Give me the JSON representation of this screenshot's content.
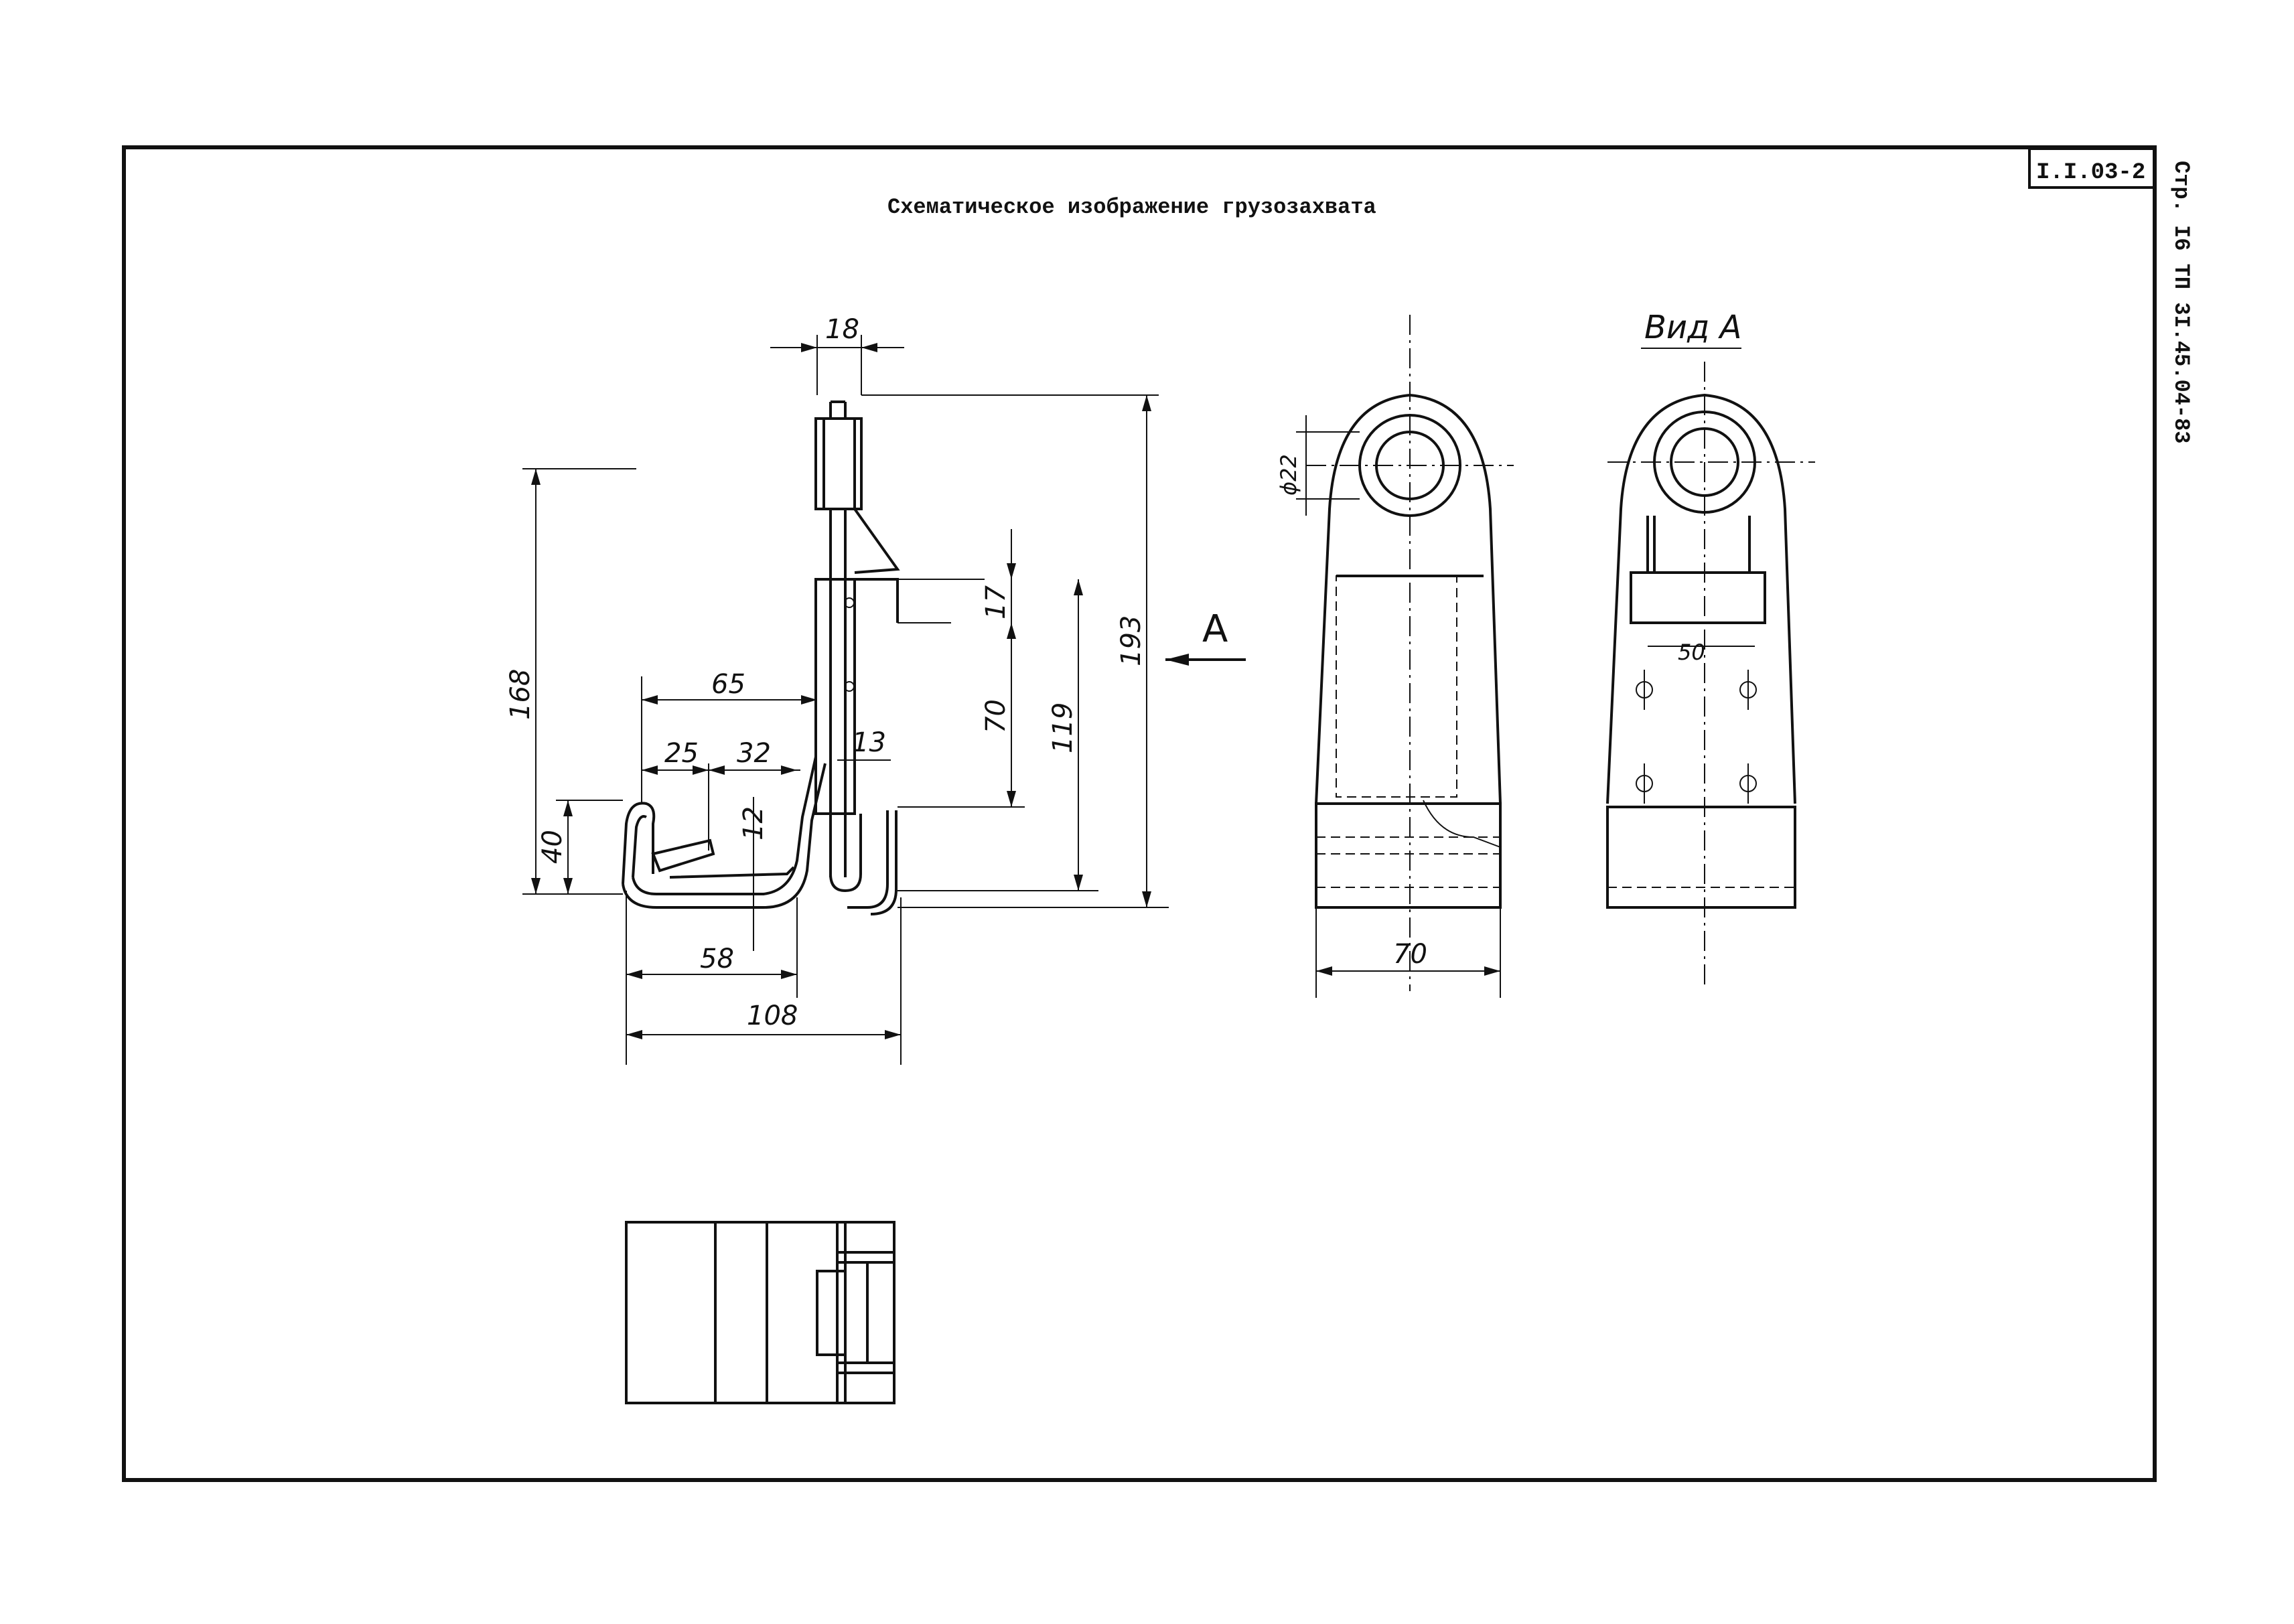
{
  "sheet": {
    "title": "Схематическое изображение грузозахвата",
    "stamp_code": "I.I.03-2",
    "side_label": "Стр. I6 ТП 3I.45.04-83"
  },
  "views": {
    "view_label": "Вид А",
    "arrow_label": "А"
  },
  "dimensions": {
    "d18": "18",
    "d193": "193",
    "d168": "168",
    "d17": "17",
    "d70_side": "70",
    "d119": "119",
    "d65": "65",
    "d25": "25",
    "d32": "32",
    "d13": "13",
    "d12": "12",
    "d40": "40",
    "d58": "58",
    "d108": "108",
    "d22": "ϕ22",
    "d70_front": "70",
    "d50": "50"
  }
}
